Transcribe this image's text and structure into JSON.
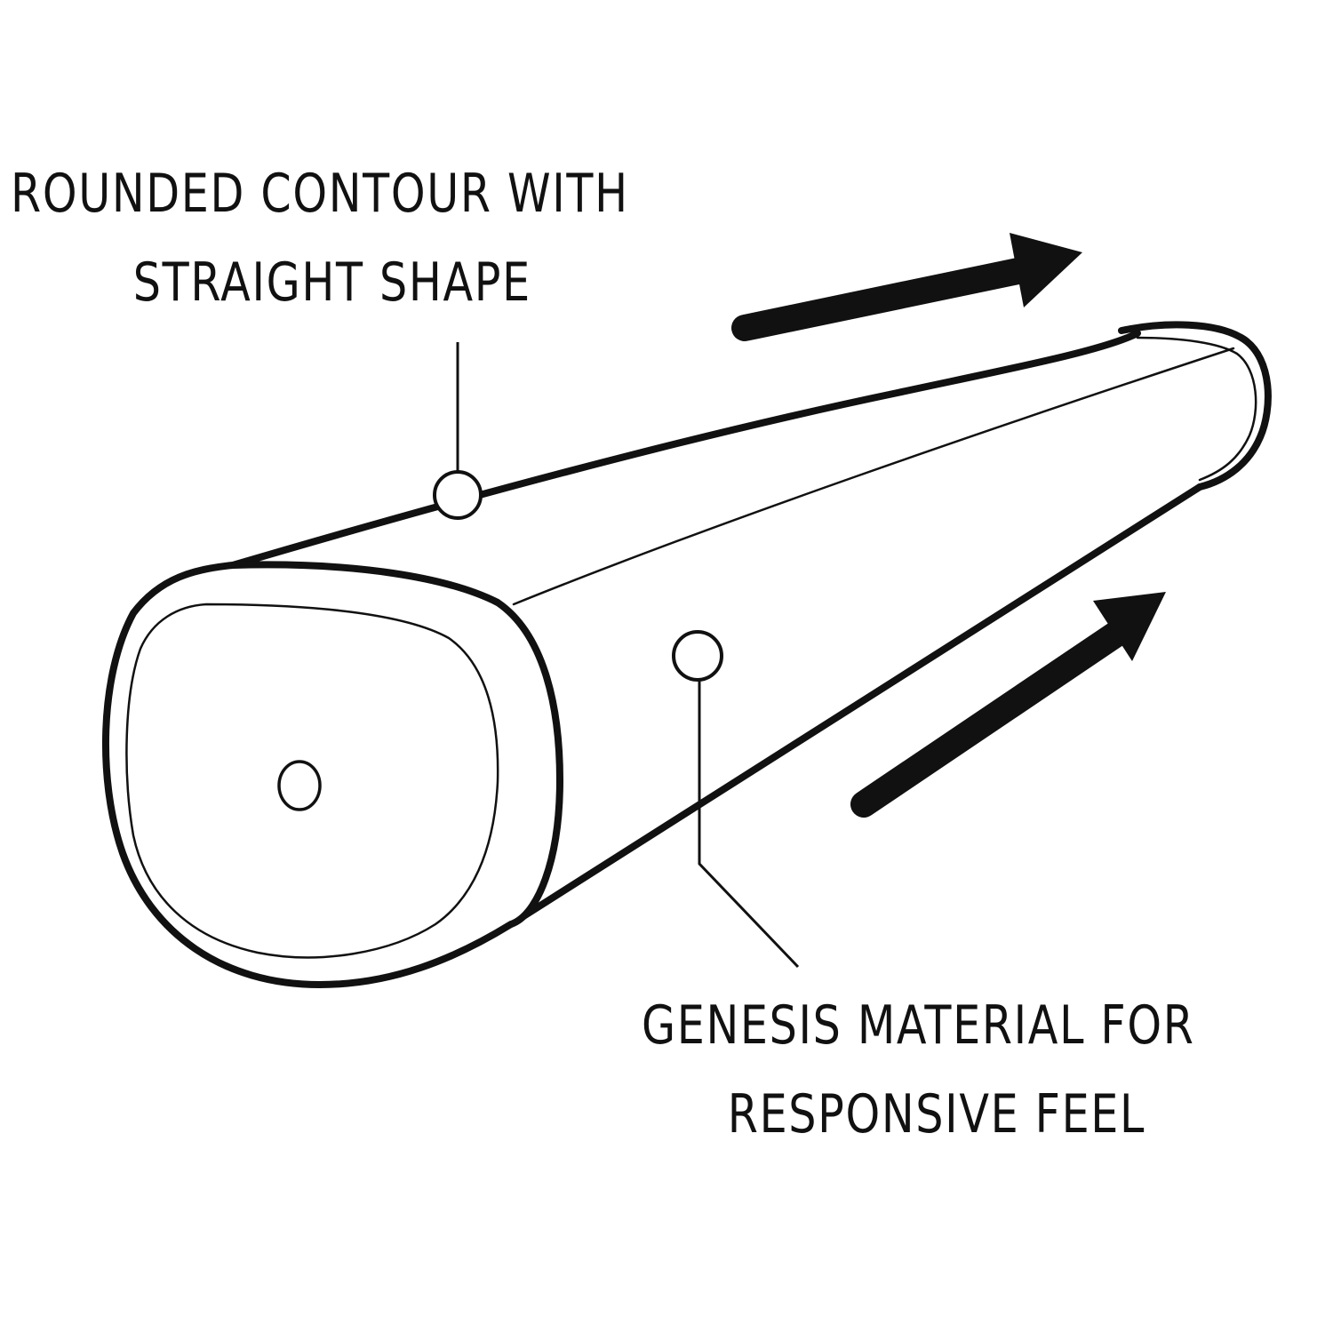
{
  "callouts": {
    "contour": {
      "line1": "ROUNDED CONTOUR WITH",
      "line2": "STRAIGHT SHAPE"
    },
    "material": {
      "line1": "GENESIS MATERIAL FOR",
      "line2": "RESPONSIVE FEEL"
    }
  },
  "colors": {
    "ink": "#111111",
    "background": "#ffffff"
  },
  "icons": {
    "arrows": [
      "arrow-right-icon",
      "arrow-up-right-icon"
    ],
    "markers": [
      "callout-dot-icon"
    ]
  }
}
